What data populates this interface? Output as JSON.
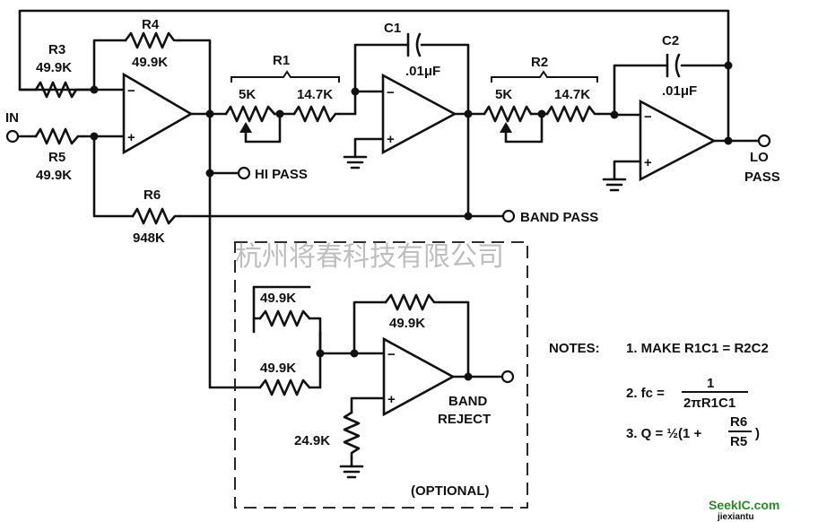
{
  "labels": {
    "in": "IN",
    "r3": "R3",
    "r3v": "49.9K",
    "r4": "R4",
    "r4v": "49.9K",
    "r5": "R5",
    "r5v": "49.9K",
    "r6": "R6",
    "r6v": "948K",
    "r1": "R1",
    "r1a": "5K",
    "r1b": "14.7K",
    "c1": "C1",
    "c1v": ".01μF",
    "r2": "R2",
    "r2a": "5K",
    "r2b": "14.7K",
    "c2": "C2",
    "c2v": ".01μF",
    "lo": "LO",
    "pass": "PASS",
    "hipass": "HI PASS",
    "bandpass": "BAND PASS",
    "br_in": "49.9K",
    "br_fb": "49.9K",
    "br_in2": "49.9K",
    "br_gnd": "24.9K",
    "band": "BAND",
    "reject": "REJECT",
    "optional": "(OPTIONAL)"
  },
  "notes": {
    "title": "NOTES:",
    "n1": "1. MAKE R1C1 = R2C2",
    "n2_pre": "2. fc =",
    "n2_num": "1",
    "n2_den": "2πR1C1",
    "n3_pre": "3. Q = ½(1 +",
    "n3_num": "R6",
    "n3_den": "R5",
    "n3_post": ")"
  },
  "watermark": {
    "cn": "杭州将春科技有限公司",
    "site": "SeekIC.com",
    "site_sub": "jiexiantu"
  }
}
